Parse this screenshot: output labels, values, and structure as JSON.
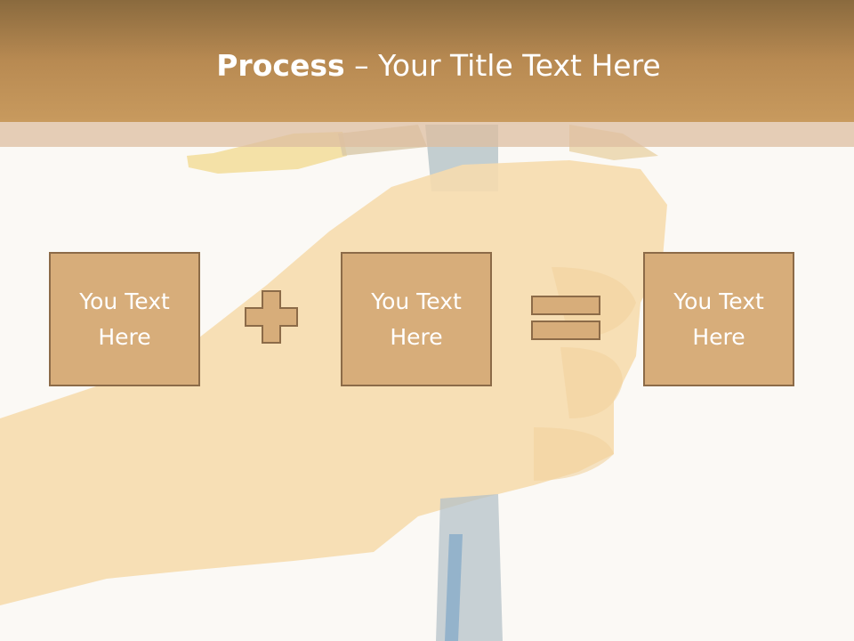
{
  "slide": {
    "title_bold": "Process",
    "title_rest": " – Your Title Text Here"
  },
  "boxes": [
    {
      "text": "You Text Here"
    },
    {
      "text": "You Text Here"
    },
    {
      "text": "You Text Here"
    }
  ],
  "operators": [
    "plus-icon",
    "equals-icon"
  ],
  "colors": {
    "title_bar": "#b88a52",
    "box_fill": "#d7ad7a",
    "box_border": "#8c6b48",
    "background": "#fbf9f5"
  }
}
